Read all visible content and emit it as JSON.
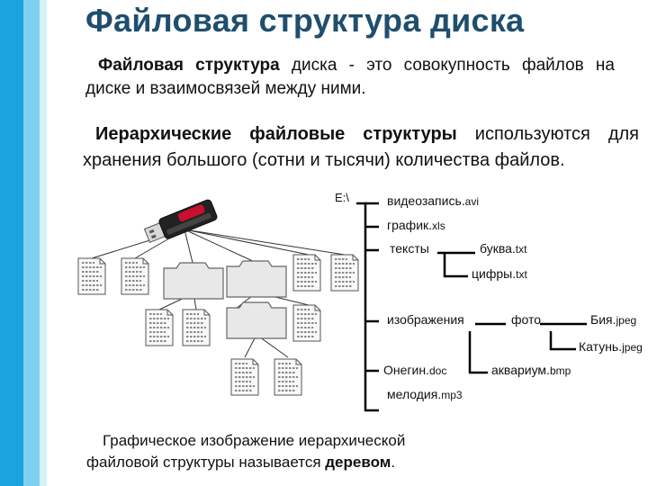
{
  "title": "Файловая структура диска",
  "para1": {
    "bold": "Файловая структура",
    "rest": " диска - это совокупность файлов на диске и взаимосвязей между ними."
  },
  "para2": {
    "bold": "Иерархические файловые структуры",
    "rest": " используются для хранения большого (сотни и тысячи) количества файлов."
  },
  "tree": {
    "root": "E:\\",
    "items": {
      "video": {
        "name": "видеозапись.",
        "ext": "avi"
      },
      "grafik": {
        "name": "график.",
        "ext": "xls"
      },
      "teksty": {
        "name": "тексты",
        "ext": ""
      },
      "bukva": {
        "name": "буква.",
        "ext": "txt"
      },
      "cifry": {
        "name": "цифры.",
        "ext": "txt"
      },
      "izobr": {
        "name": "изображения",
        "ext": ""
      },
      "foto": {
        "name": "фото",
        "ext": ""
      },
      "biya": {
        "name": "Бия.",
        "ext": "jpeg"
      },
      "katun": {
        "name": "Катунь.",
        "ext": "jpeg"
      },
      "onegin": {
        "name": "Онегин.",
        "ext": "doc"
      },
      "akvarium": {
        "name": "аквариум.",
        "ext": "bmp"
      },
      "melodiya": {
        "name": "мелодия.",
        "ext": "mp3"
      }
    }
  },
  "caption": {
    "text": "Графическое изображение иерархической файловой структуры называется ",
    "bold": "деревом",
    "end": "."
  },
  "colors": {
    "stripe_dark": "#1aa3dd",
    "stripe_light": "#7fd0f0",
    "title": "#1f4e6e",
    "folder_fill": "#e6e6e6",
    "usb_red": "#c8102e"
  },
  "icons": [
    "usb-flash-drive-icon",
    "folder-icon",
    "document-icon"
  ]
}
